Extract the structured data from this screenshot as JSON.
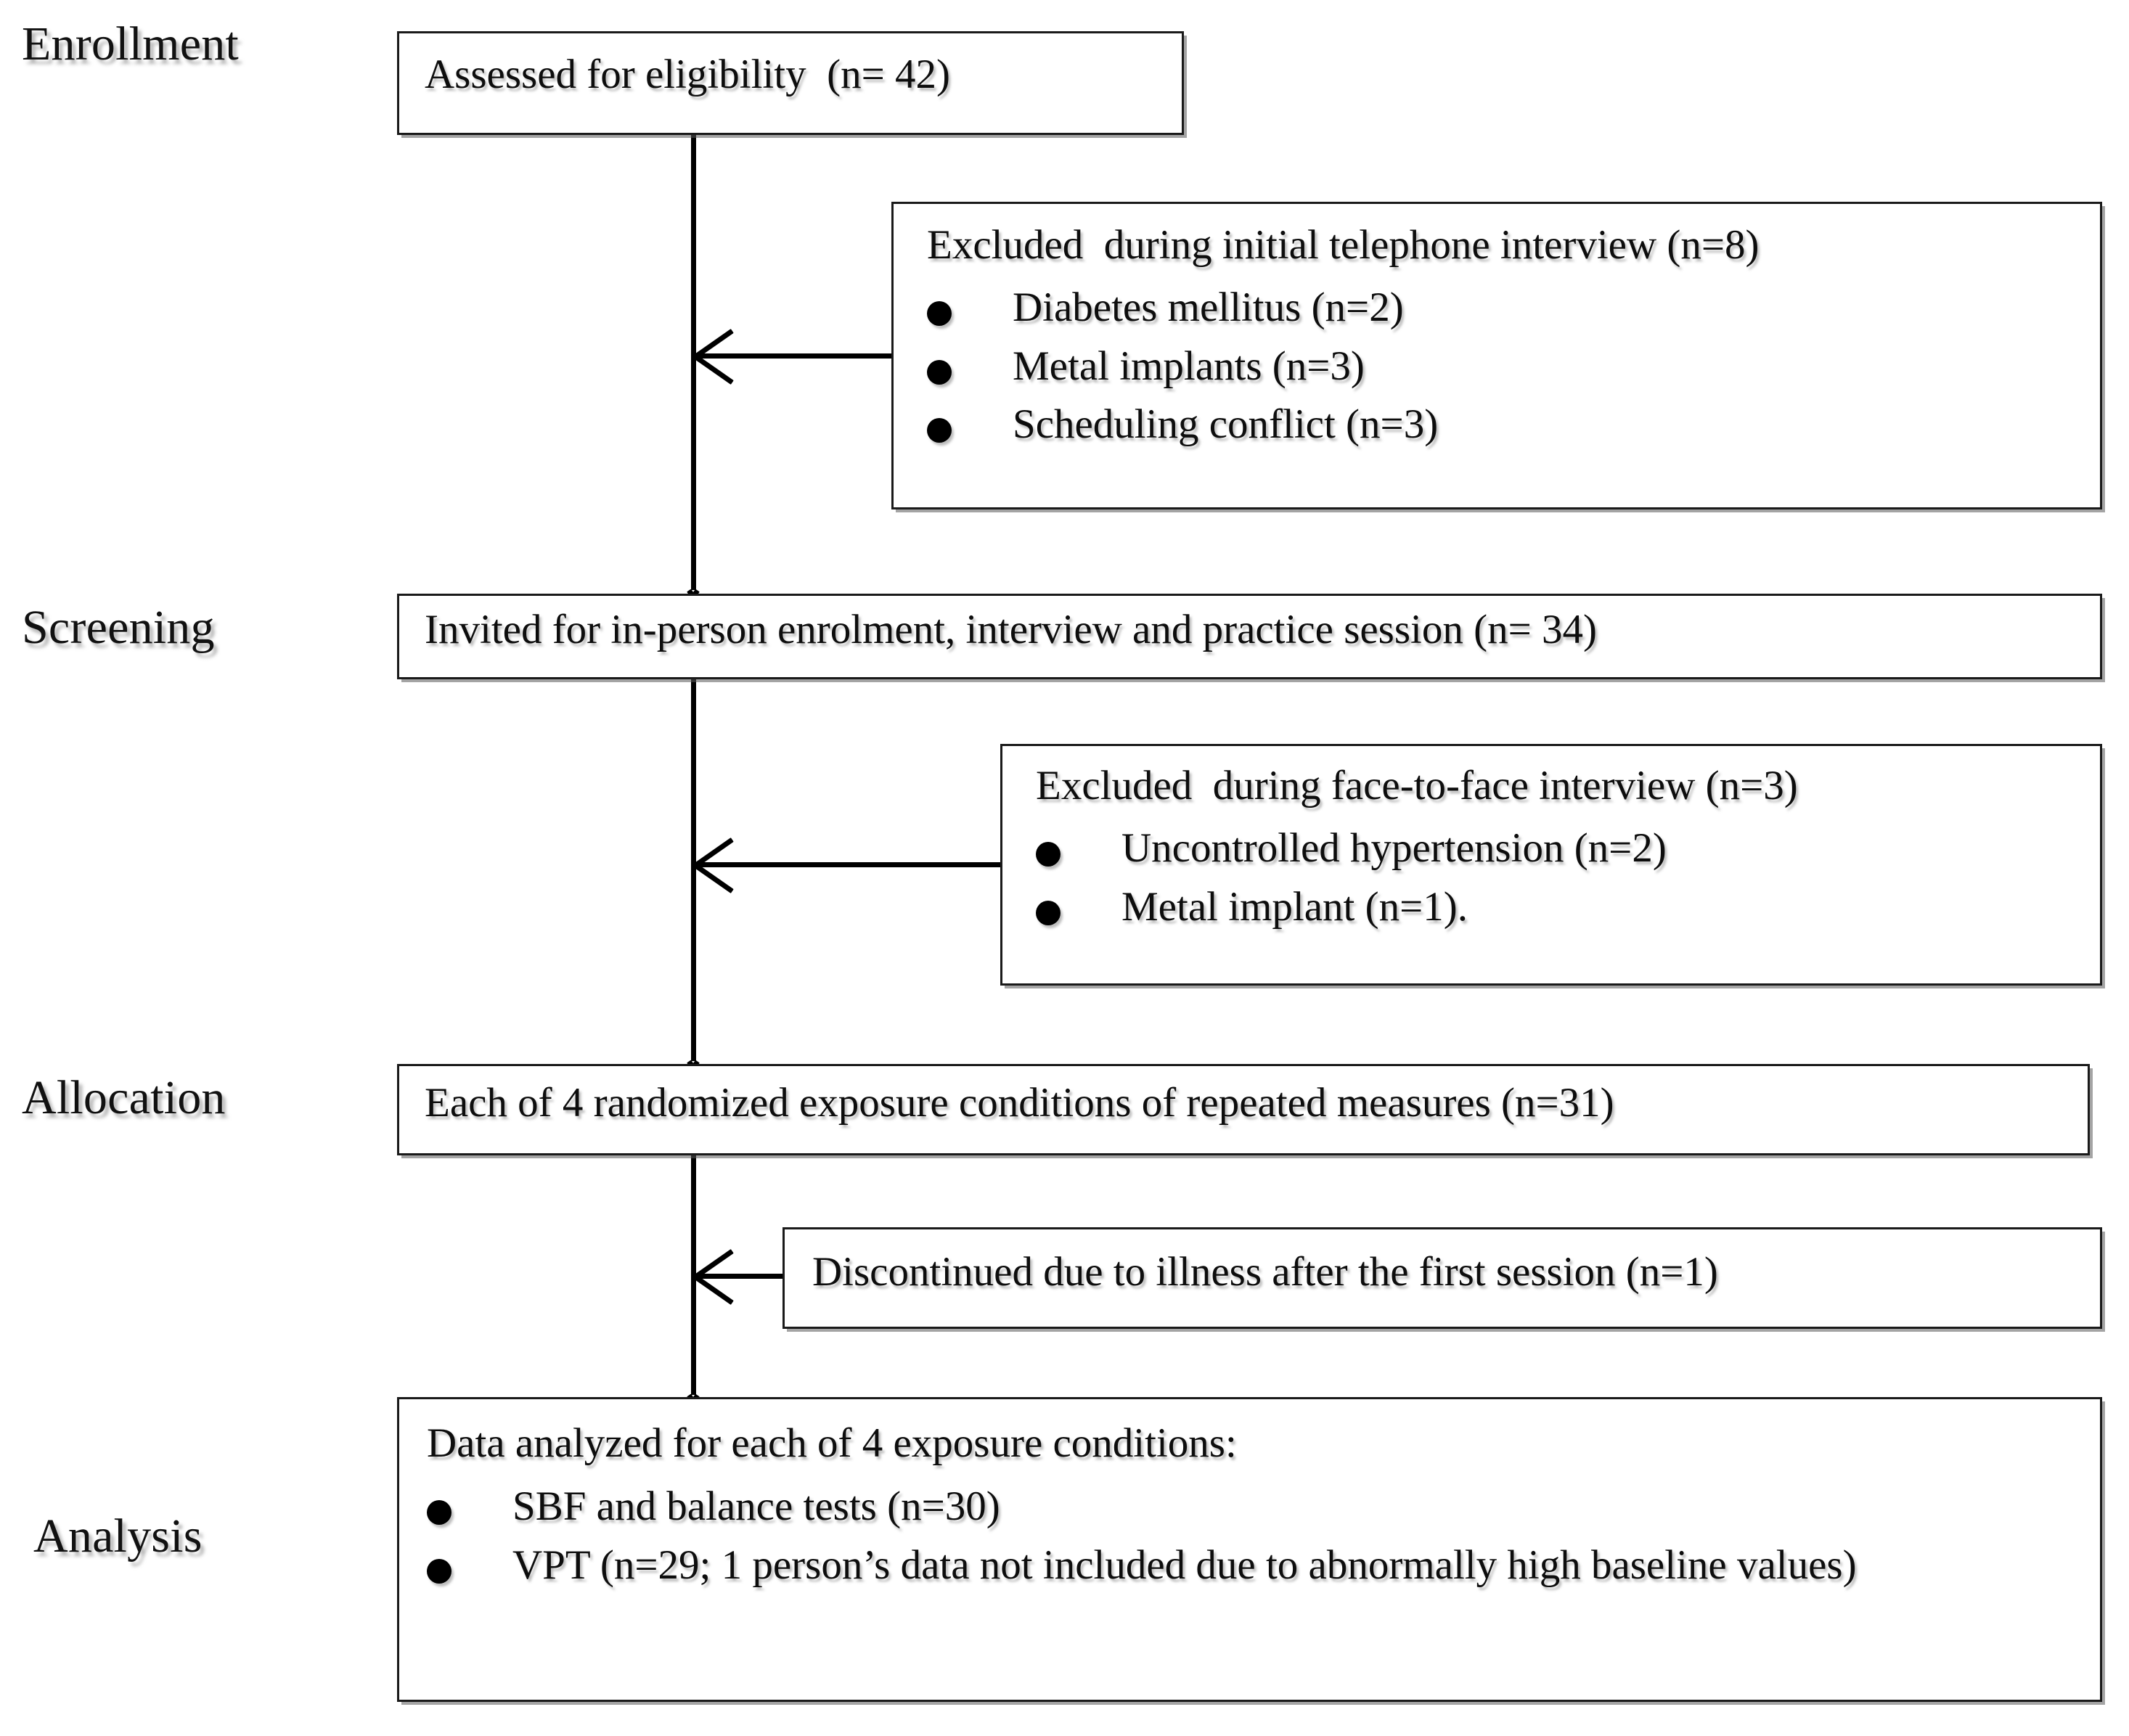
{
  "diagram": {
    "type": "consort-flow-diagram",
    "stages": [
      {
        "id": "enrollment",
        "label": "Enrollment"
      },
      {
        "id": "screening",
        "label": "Screening"
      },
      {
        "id": "allocation",
        "label": "Allocation"
      },
      {
        "id": "analysis",
        "label": "Analysis"
      }
    ],
    "nodes": {
      "assessed": {
        "text": "Assessed for eligibility  (n= 42)",
        "n": 42
      },
      "excluded_phone": {
        "heading": "Excluded  during initial telephone interview (n=8)",
        "n": 8,
        "items": [
          "Diabetes mellitus (n=2)",
          "Metal implants (n=3)",
          "Scheduling conflict (n=3)"
        ]
      },
      "invited": {
        "text": "Invited for in-person enrolment, interview and practice session (n= 34)",
        "n": 34
      },
      "excluded_face": {
        "heading": "Excluded  during face-to-face interview (n=3)",
        "n": 3,
        "items": [
          "Uncontrolled hypertension (n=2)",
          "Metal implant (n=1)."
        ]
      },
      "allocated": {
        "text": "Each of 4 randomized exposure conditions of repeated measures (n=31)",
        "n": 31
      },
      "discontinued": {
        "text": "Discontinued due to illness after the first session (n=1)",
        "n": 1
      },
      "analyzed": {
        "heading": "Data analyzed for each of 4 exposure conditions:",
        "items": [
          "SBF and balance tests (n=30)",
          "VPT (n=29; 1 person’s data not included due to abnormally high baseline values)"
        ]
      }
    },
    "colors": {
      "background": "#ffffff",
      "box_border": "#1a1a1a",
      "text": "#0d0d0d",
      "connector": "#000000",
      "shadow": "#7a7a7a"
    }
  }
}
